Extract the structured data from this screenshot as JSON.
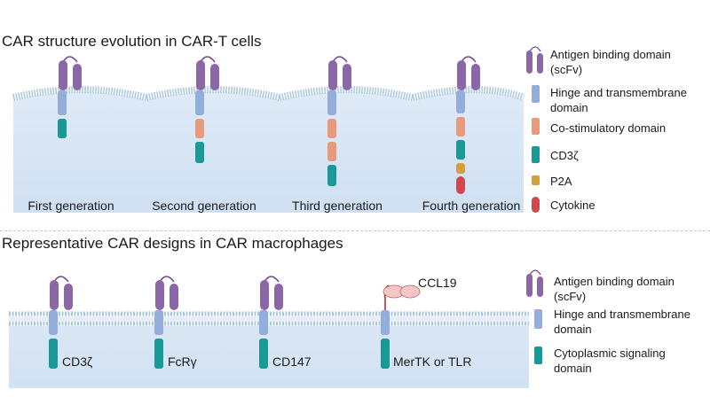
{
  "top": {
    "title": "CAR structure evolution in CAR-T cells",
    "generations": [
      {
        "label": "First generation",
        "domains": [
          "CD3ζ"
        ]
      },
      {
        "label": "Second generation",
        "domains": [
          "Co-stimulatory domain",
          "CD3ζ"
        ]
      },
      {
        "label": "Third generation",
        "domains": [
          "Co-stimulatory domain",
          "Co-stimulatory domain",
          "CD3ζ"
        ]
      },
      {
        "label": "Fourth generation",
        "domains": [
          "Co-stimulatory domain",
          "CD3ζ",
          "P2A",
          "Cytokine"
        ]
      }
    ],
    "legend": [
      {
        "label": "Antigen binding domain\n(scFv)",
        "icon": "scfv-icon",
        "color": "#8b67a8"
      },
      {
        "label": "Hinge and transmembrane\ndomain",
        "icon": "hinge-tm-icon",
        "color": "#93aedb"
      },
      {
        "label": "Co-stimulatory domain",
        "icon": "costim-icon",
        "color": "#e79a7c"
      },
      {
        "label": "CD3ζ",
        "icon": "cd3z-icon",
        "color": "#1a9a97"
      },
      {
        "label": "P2A",
        "icon": "p2a-icon",
        "color": "#d4a03d"
      },
      {
        "label": "Cytokine",
        "icon": "cytokine-icon",
        "color": "#d0484d"
      }
    ]
  },
  "bottom": {
    "title": "Representative CAR designs in CAR macrophages",
    "designs": [
      {
        "label": "CD3ζ"
      },
      {
        "label": "FcRγ"
      },
      {
        "label": "CD147"
      },
      {
        "label": "MerTK or TLR",
        "extra_label": "CCL19"
      }
    ],
    "legend": [
      {
        "label": "Antigen binding domain\n(scFv)",
        "icon": "scfv-icon",
        "color": "#8b67a8"
      },
      {
        "label": "Hinge and transmembrane\ndomain",
        "icon": "hinge-tm-icon",
        "color": "#93aedb"
      },
      {
        "label": "Cytoplasmic signaling\ndomain",
        "icon": "signaling-icon",
        "color": "#1a9a97"
      }
    ]
  },
  "colors": {
    "membrane": "#a9c7dd",
    "cell": "#d4e3f3",
    "scfv": "#8b67a8",
    "hinge": "#93aedb",
    "costim": "#e79a7c",
    "cd3z": "#1a9a97",
    "p2a": "#d4a03d",
    "cytokine": "#d0484d",
    "ccl19": "#f5c6c5"
  }
}
